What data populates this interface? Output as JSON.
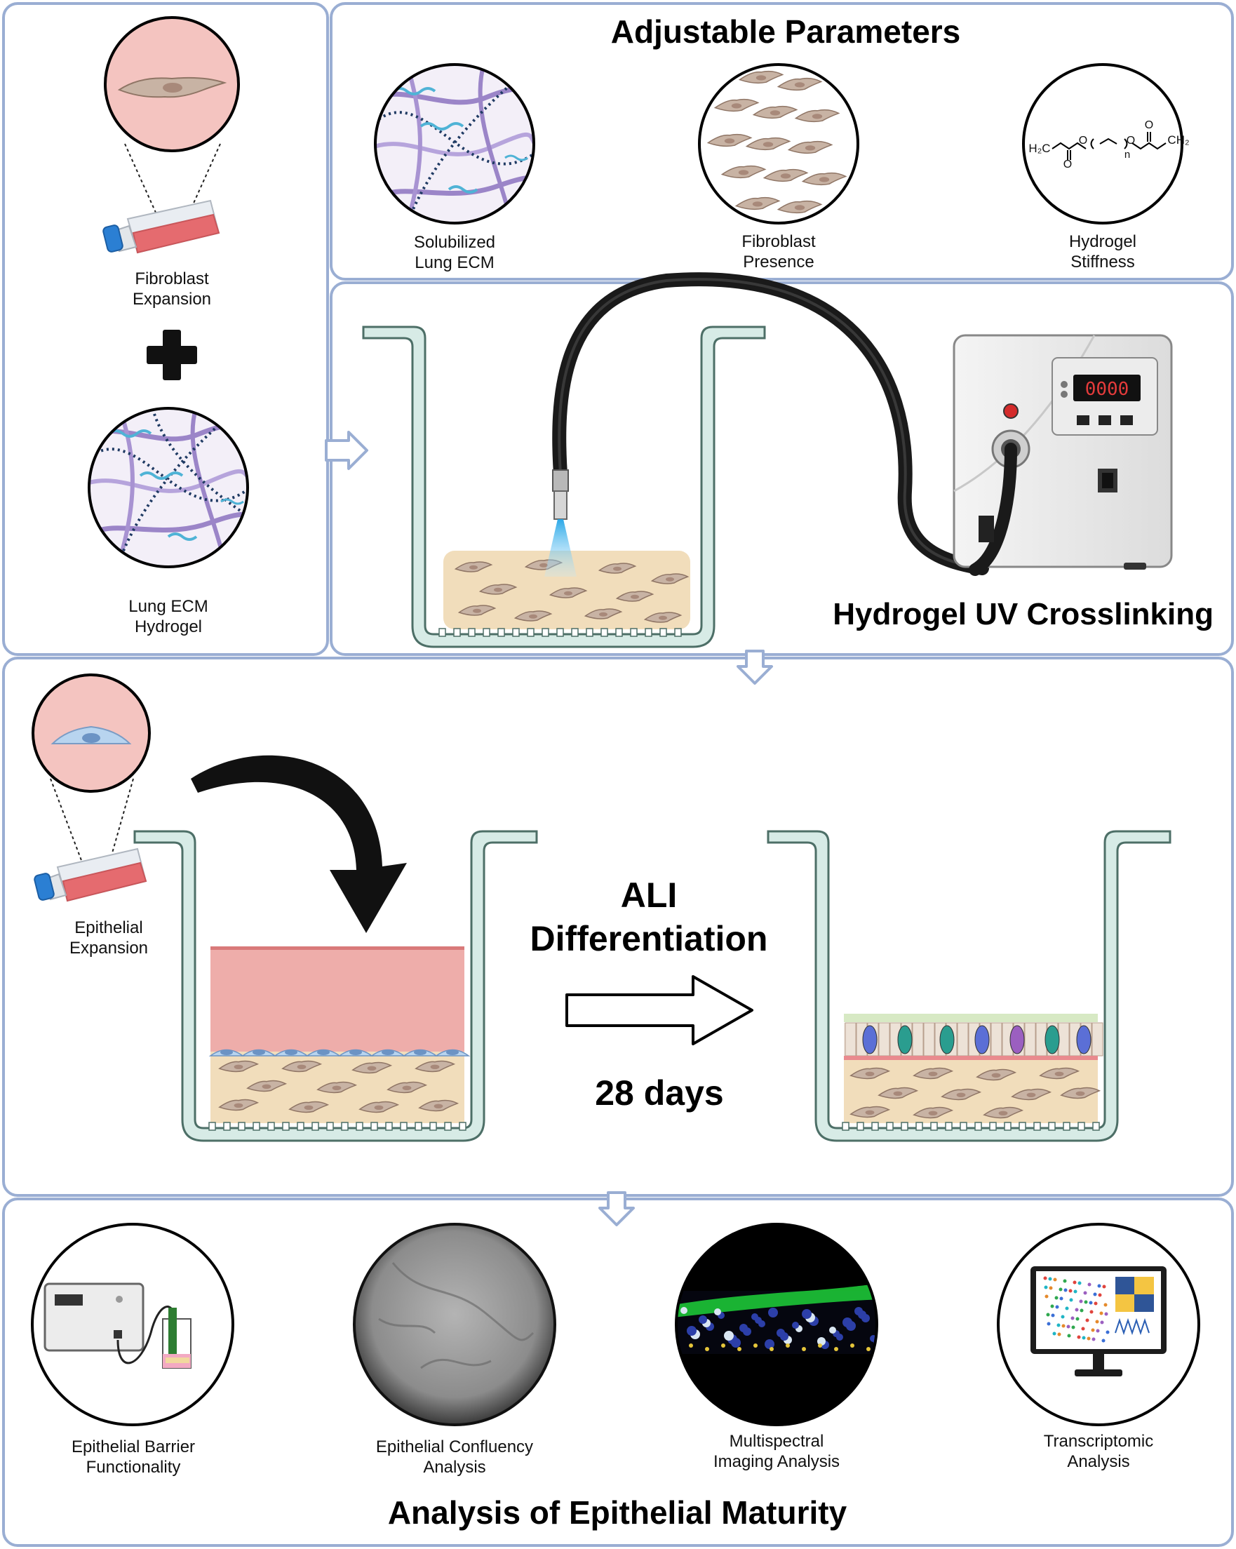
{
  "panels": {
    "left": {
      "fibroblast_expansion": "Fibroblast\nExpansion",
      "lung_ecm_hydrogel": "Lung ECM\nHydrogel"
    },
    "adjustable": {
      "title": "Adjustable Parameters",
      "items": [
        {
          "label": "Solubilized\nLung ECM"
        },
        {
          "label": "Fibroblast\nPresence"
        },
        {
          "label": "Hydrogel\nStiffness"
        }
      ],
      "chem": {
        "h2c": "H₂C",
        "ch2": "CH₂",
        "o1": "O",
        "o2": "O",
        "o3": "O",
        "o4": "O",
        "n": "n"
      }
    },
    "crosslinking": {
      "title": "Hydrogel UV Crosslinking",
      "display": "0000"
    },
    "differentiation": {
      "epithelial_expansion": "Epithelial\nExpansion",
      "ali": "ALI\nDifferentiation",
      "days": "28 days"
    },
    "analysis": {
      "title": "Analysis of Epithelial Maturity",
      "items": [
        {
          "label": "Epithelial Barrier\nFunctionality"
        },
        {
          "label": "Epithelial Confluency\nAnalysis"
        },
        {
          "label": "Multispectral\nImaging Analysis"
        },
        {
          "label": "Transcriptomic\nAnalysis"
        }
      ]
    }
  },
  "colors": {
    "border": "#9aaed3",
    "well": "#d7ebe6",
    "gel": "#f1ddbb",
    "fibroblast": "#b89a8a",
    "media": "#eeadaa",
    "flask": "#e56b6f",
    "cap": "#2b7fd3",
    "fiber": "#9b85c8",
    "ecm_dots": "#1f3a63",
    "ecm_cyan": "#4fb3d6"
  }
}
